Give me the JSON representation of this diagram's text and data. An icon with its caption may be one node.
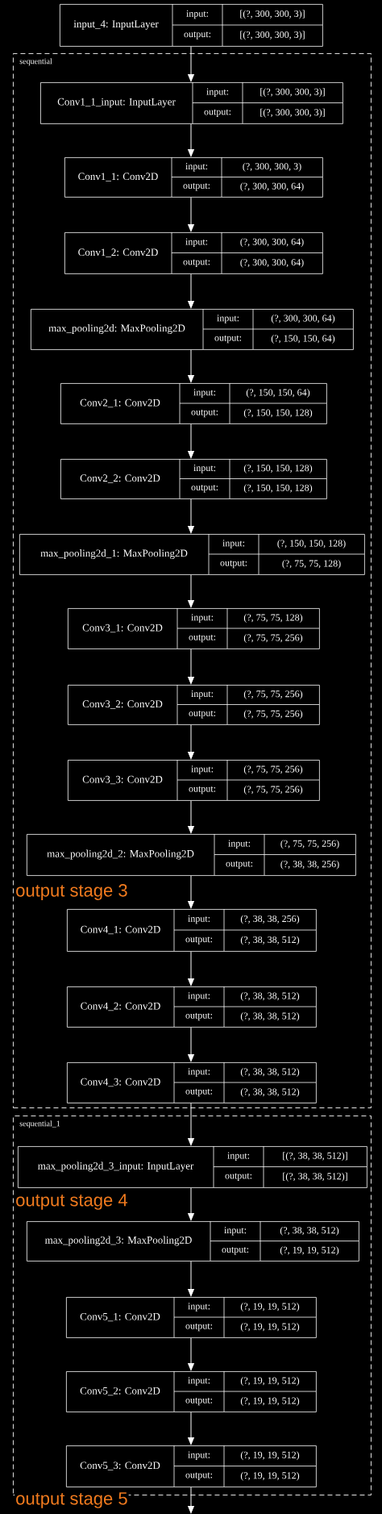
{
  "diagram": {
    "nodes": [
      {
        "text": [
          "input_4: InputLayer",
          "input:",
          "[(?, 300, 300, 3)]",
          "output:",
          "[(?, 300, 300, 3)]"
        ]
      },
      {
        "text": [
          "sequential"
        ]
      },
      {
        "text": [
          "Conv1_1_input: InputLayer",
          "input:",
          "[(?, 300, 300, 3)]",
          "output:",
          "[(?, 300, 300, 3)]"
        ],
        "in": 1
      },
      {
        "text": [
          "Conv1_1: Conv2D",
          "input:",
          "(?, 300, 300, 3)",
          "output:",
          "(?, 300, 300, 64)"
        ],
        "in": 1
      },
      {
        "text": [
          "Conv1_2: Conv2D",
          "input:",
          "(?, 300, 300, 64)",
          "output:",
          "(?, 300, 300, 64)"
        ],
        "in": 1
      },
      {
        "text": [
          "max_pooling2d: MaxPooling2D",
          "input:",
          "(?, 300, 300, 64)",
          "output:",
          "(?, 150, 150, 64)"
        ],
        "in": 1
      },
      {
        "text": [
          "Conv2_1: Conv2D",
          "input:",
          "(?, 150, 150, 64)",
          "output:",
          "(?, 150, 150, 128)"
        ],
        "in": 1
      },
      {
        "text": [
          "Conv2_2: Conv2D",
          "input:",
          "(?, 150, 150, 128)",
          "output:",
          "(?, 150, 150, 128)"
        ],
        "in": 1
      },
      {
        "text": [
          "max_pooling2d_1: MaxPooling2D",
          "input:",
          "(?, 150, 150, 128)",
          "output:",
          "(?, 75, 75, 128)"
        ],
        "in": 1
      },
      {
        "text": [
          "Conv3_1: Conv2D",
          "input:",
          "(?, 75, 75, 128)",
          "output:",
          "(?, 75, 75, 256)"
        ],
        "in": 1
      },
      {
        "text": [
          "Conv3_2: Conv2D",
          "input:",
          "(?, 75, 75, 256)",
          "output:",
          "(?, 75, 75, 256)"
        ],
        "in": 1
      },
      {
        "text": [
          "Conv3_3: Conv2D",
          "input:",
          "(?, 75, 75, 256)",
          "output:",
          "(?, 75, 75, 256)"
        ],
        "in": 1
      },
      {
        "text": [
          "max_pooling2d_2: MaxPooling2D",
          "input:",
          "(?, 75, 75, 256)",
          "output:",
          "(?, 38, 38, 256)"
        ],
        "in": 1
      },
      {
        "text": [
          "Conv4_1: Conv2D",
          "input:",
          "(?, 38, 38, 256)",
          "output:",
          "(?, 38, 38, 512)"
        ],
        "in": 1
      },
      {
        "text": [
          "Conv4_2: Conv2D",
          "input:",
          "(?, 38, 38, 512)",
          "output:",
          "(?, 38, 38, 512)"
        ],
        "in": 1
      },
      {
        "text": [
          "Conv4_3: Conv2D",
          "input:",
          "(?, 38, 38, 512)",
          "output:",
          "(?, 38, 38, 512)"
        ],
        "in": 1
      },
      {
        "text": [
          "sequential_1"
        ]
      },
      {
        "text": [
          "max_pooling2d_3_input: InputLayer",
          "input:",
          "[(?, 38, 38, 512)]",
          "output:",
          "[(?, 38, 38, 512)]"
        ],
        "in": 16
      },
      {
        "text": [
          "max_pooling2d_3: MaxPooling2D",
          "input:",
          "(?, 38, 38, 512)",
          "output:",
          "(?, 19, 19, 512)"
        ],
        "in": 16
      },
      {
        "text": [
          "Conv5_1: Conv2D",
          "input:",
          "(?, 19, 19, 512)",
          "output:",
          "(?, 19, 19, 512)"
        ],
        "in": 16
      },
      {
        "text": [
          "Conv5_2: Conv2D",
          "input:",
          "(?, 19, 19, 512)",
          "output:",
          "(?, 19, 19, 512)"
        ],
        "in": 16
      },
      {
        "text": [
          "Conv5_3: Conv2D",
          "input:",
          "(?, 19, 19, 512)",
          "output:",
          "(?, 19, 19, 512)"
        ],
        "in": 16
      }
    ],
    "edges": [
      {
        "from": 0,
        "to": 2,
        "arrow": "to"
      },
      {
        "from": 2,
        "to": 3,
        "arrow": "to"
      },
      {
        "from": 3,
        "to": 4,
        "arrow": "to"
      },
      {
        "from": 4,
        "to": 5,
        "arrow": "to"
      },
      {
        "from": 5,
        "to": 6,
        "arrow": "to"
      },
      {
        "from": 6,
        "to": 7,
        "arrow": "to"
      },
      {
        "from": 7,
        "to": 8,
        "arrow": "to"
      },
      {
        "from": 8,
        "to": 9,
        "arrow": "to"
      },
      {
        "from": 9,
        "to": 10,
        "arrow": "to"
      },
      {
        "from": 10,
        "to": 11,
        "arrow": "to"
      },
      {
        "from": 11,
        "to": 12,
        "arrow": "to"
      },
      {
        "from": 12,
        "to": 13,
        "arrow": "to"
      },
      {
        "from": 13,
        "to": 14,
        "arrow": "to"
      },
      {
        "from": 14,
        "to": 15,
        "arrow": "to"
      },
      {
        "from": 15,
        "to": 17,
        "arrow": "to"
      },
      {
        "from": 17,
        "to": 18,
        "arrow": "to"
      },
      {
        "from": 18,
        "to": 19,
        "arrow": "to"
      },
      {
        "from": 19,
        "to": 20,
        "arrow": "to"
      },
      {
        "from": 20,
        "to": 21,
        "arrow": "to"
      },
      {
        "from": 21,
        "to": null,
        "arrow": "to"
      }
    ],
    "labels": [
      "output stage 3",
      "output stage 4",
      "output stage 5"
    ]
  }
}
